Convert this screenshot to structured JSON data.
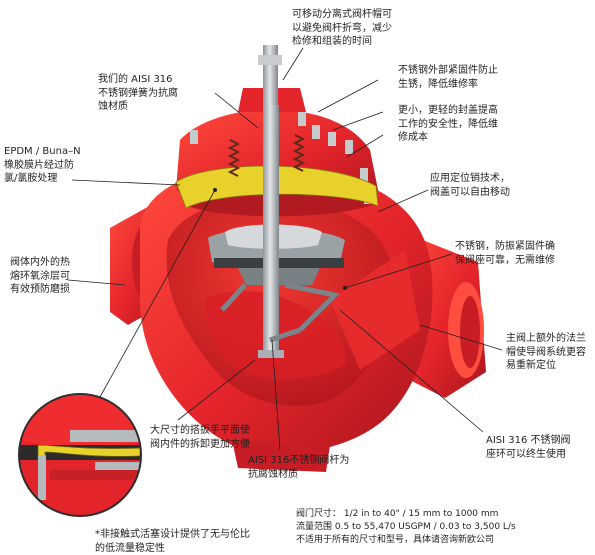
{
  "callouts": {
    "removable_bonnet": "可移动分离式阀杆帽可\n以避免阀杆折弯，减少\n检修和组装的时间",
    "spring": "我们的 AISI 316\n不锈钢弹簧为抗腐\n蚀材质",
    "ss_fasteners": "不锈钢外部紧固件防止\n生锈，降低维修率",
    "smaller_cover": "更小，更轻的封盖提高\n工作的安全性，降低维\n修成本",
    "diaphragm": "EPDM / Buna–N\n橡胶膜片经过防\n氯/氯胺处理",
    "locating_pins": "应用定位销技术，\n阀盖可以自由移动",
    "seat_fastener": "不锈钢，防振紧固件确\n保阀座可靠，无需维修",
    "epoxy": "阀体内外的热\n熔环氧涂层可\n有效预防磨损",
    "extra_flange": "主阀上额外的法兰\n帽使导阀系统更容\n易重新定位",
    "handle": "大尺寸的搭扳手平面使\n阀内件的拆卸更加方便",
    "stem": "AISI 316不锈钢阀杆为\n抗腐蚀材质",
    "seat_ring": "AISI 316 不锈钢阀\n座环可以终生使用",
    "footnote": "*非接触式活塞设计提供了无与伦比\n的低流量稳定性"
  },
  "specs": {
    "size": "阀门尺寸：  1/2 in to 40\"  / 15 mm to 1000 mm",
    "flow": "流量范围 0.5 to 55,470 USGPM / 0.03 to 3,500 L/s",
    "note": "不适用于所有的尺寸和型号，具体请咨询新欧公司"
  },
  "colors": {
    "body_red": "#e3242b",
    "body_dark": "#a8161c",
    "steel": "#b7bcc0",
    "diaphragm_yellow": "#e8d12a"
  }
}
